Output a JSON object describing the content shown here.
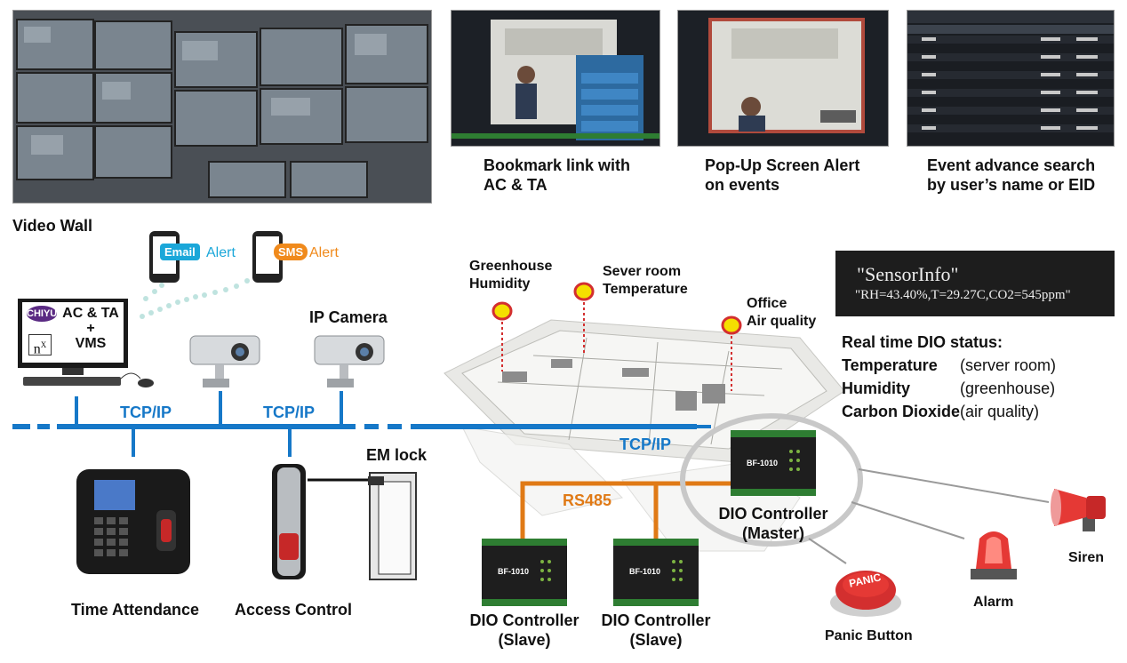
{
  "screens": {
    "videowall": {
      "label": "Video Wall"
    },
    "bookmark": {
      "caption": "Bookmark link with\nAC & TA"
    },
    "popup": {
      "caption": "Pop-Up Screen Alert\non events"
    },
    "search": {
      "caption": "Event advance search\nby user’s name or EID"
    }
  },
  "alerts": {
    "email": {
      "badge": "Email",
      "word": "Alert"
    },
    "sms": {
      "badge": "SMS",
      "word": "Alert"
    }
  },
  "pc": {
    "logo1": "CHIYU",
    "logo2": "n",
    "logo2_sup": "X",
    "line1": "AC & TA",
    "line2": "+",
    "line3": "VMS"
  },
  "ipcamera": {
    "label": "IP Camera"
  },
  "network": {
    "tcp1": "TCP/IP",
    "tcp2": "TCP/IP",
    "tcp3": "TCP/IP",
    "rs485": "RS485"
  },
  "sensors": {
    "greenhouse": "Greenhouse\nHumidity",
    "server": "Sever room\nTemperature",
    "office": "Office\nAir quality"
  },
  "sensorinfo": {
    "title": "\"SensorInfo\"",
    "reading": "\"RH=43.40%,T=29.27C,CO2=545ppm\""
  },
  "dio_status": {
    "heading": "Real time DIO status:",
    "rows": [
      {
        "name": "Temperature",
        "value": "(server room)"
      },
      {
        "name": "Humidity",
        "value": "(greenhouse)"
      },
      {
        "name": "Carbon Dioxide",
        "value": "(air quality)"
      }
    ]
  },
  "devices": {
    "time_attendance": "Time Attendance",
    "access_control": "Access Control",
    "em_lock": "EM lock",
    "master": "DIO Controller\n(Master)",
    "slave1": "DIO Controller\n(Slave)",
    "slave2": "DIO Controller\n(Slave)",
    "model": "BF-1010",
    "panic": "Panic Button",
    "panic_text": "PANIC",
    "alarm": "Alarm",
    "siren": "Siren"
  },
  "colors": {
    "network_blue": "#1678c8",
    "rs485_orange": "#e07a16",
    "alert_teal": "#1ba7d9",
    "alert_orange": "#f08a1c",
    "sensor_yellow": "#f5e000",
    "sensor_red": "#d32f2f"
  }
}
